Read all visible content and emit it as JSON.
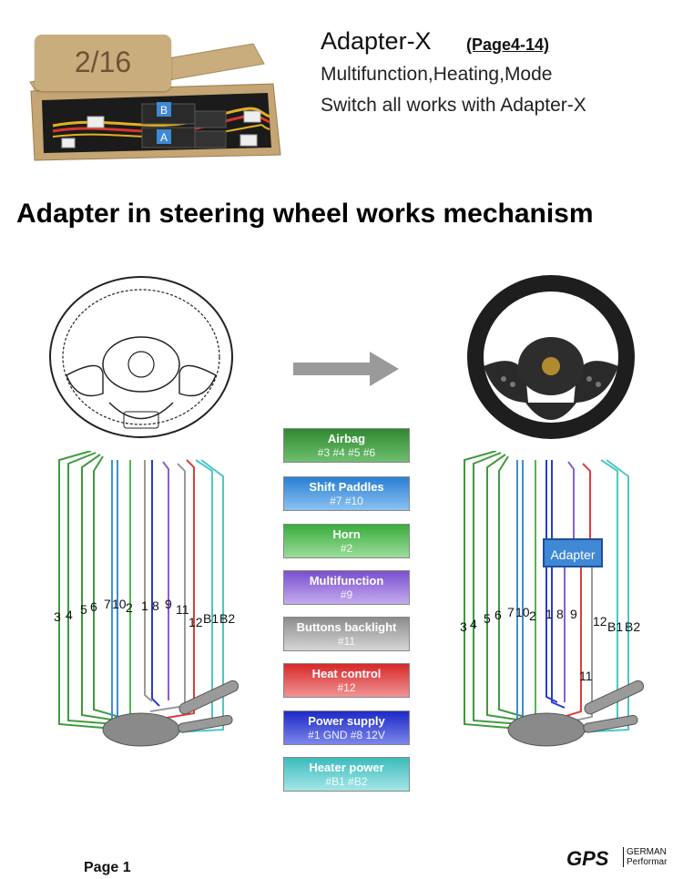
{
  "badge": {
    "text": "2/16"
  },
  "product": {
    "title": "Adapter-X",
    "page_ref": "(Page4-14)",
    "line1": "Multifunction,Heating,Mode",
    "line2": "Switch all works with Adapter-X",
    "box_labels": {
      "b": "B",
      "a": "A"
    }
  },
  "heading": "Adapter in steering wheel works mechanism",
  "legend": [
    {
      "title": "Airbag",
      "pins": "#3 #4 #5 #6",
      "color": "#3f9a3f"
    },
    {
      "title": "Shift Paddles",
      "pins": "#7 #10",
      "color": "#3d8fd9"
    },
    {
      "title": "Horn",
      "pins": "#2",
      "color": "#4dbb4d"
    },
    {
      "title": "Multifunction",
      "pins": "#9",
      "color": "#8860d0"
    },
    {
      "title": "Buttons backlight",
      "pins": "#11",
      "color": "#9a9a9a"
    },
    {
      "title": "Heat control",
      "pins": "#12",
      "color": "#e23b3b"
    },
    {
      "title": "Power supply",
      "pins": "#1 GND #8 12V",
      "color": "#2b3bd2"
    },
    {
      "title": "Heater power",
      "pins": "#B1 #B2",
      "color": "#4fc6c6"
    }
  ],
  "pins_left": [
    "3",
    "4",
    "5",
    "6",
    "7",
    "10",
    "2",
    "1",
    "8",
    "9",
    "11",
    "12",
    "B1",
    "B2"
  ],
  "pins_right": [
    "3",
    "4",
    "5",
    "6",
    "7",
    "10",
    "2",
    "1",
    "8",
    "9",
    "12",
    "B1",
    "B2",
    "11"
  ],
  "adapter_label": "Adapter",
  "footer": {
    "page": "Page 1",
    "logo": "GPS",
    "logo_sub1": "GERMAN",
    "logo_sub2": "Performar"
  }
}
